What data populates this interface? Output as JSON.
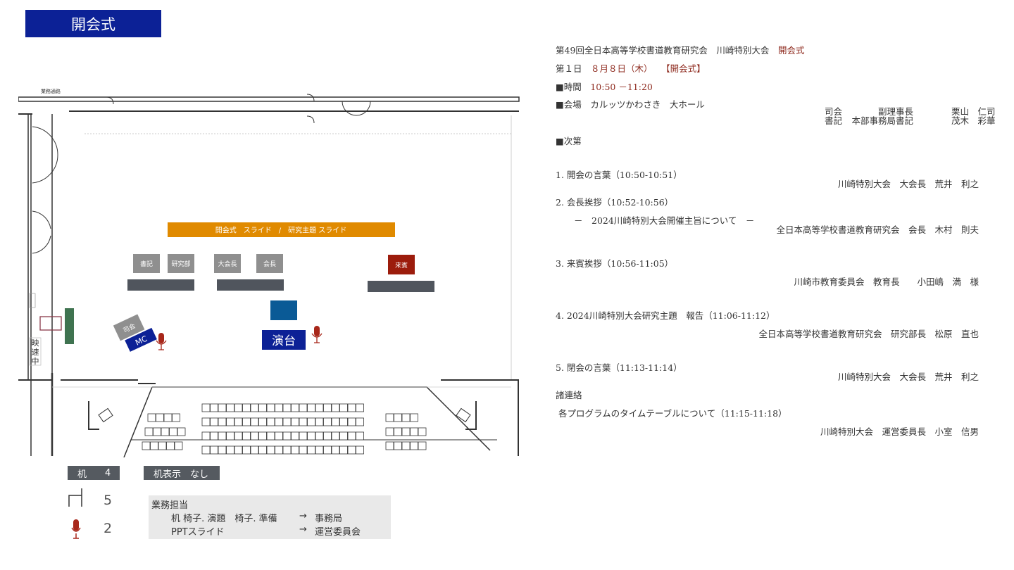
{
  "banner": {
    "title": "開会式"
  },
  "floor_plan": {
    "corridor_label": "業務通路",
    "screen_label": "開会式　スライド　/　研究主題 スライド",
    "seat_labels": [
      "書記",
      "研究部",
      "大会長",
      "会長"
    ],
    "guest_label": "来賓",
    "mc_label": "司会",
    "mc_sign": "MC",
    "podium_label": "演台",
    "side_label_chars": [
      "映",
      "速",
      "中"
    ],
    "colors": {
      "screen": "#e08a00",
      "seat": "#8f8f8f",
      "guest": "#9c1c0c",
      "table": "#50555d",
      "podium": "#0c2196",
      "blue_box": "#0a5a96",
      "mic": "#a8271a",
      "green_board": "#3f7350"
    }
  },
  "legend": {
    "desk_label": "机",
    "desk_count": "4",
    "desk_display": "机表示　なし",
    "chair_count": "5",
    "mic_count": "2"
  },
  "duty": {
    "title": "業務担当",
    "rows": [
      {
        "task": "机  椅子. 演題　椅子.  準備",
        "arrow": "→",
        "owner": "事務局"
      },
      {
        "task": "PPTスライド",
        "arrow": "→",
        "owner": "運営委員会"
      }
    ]
  },
  "doc": {
    "heading": "第49回全日本高等学校書道教育研究会　川崎特別大会",
    "heading_highlight": "開会式",
    "day": "第１日",
    "date": "８月８日（木）",
    "session": "【開会式】",
    "time_label": "■時間",
    "time_value": "10:50 －11:20",
    "venue_label": "■会場",
    "venue_value": "カルッツかわさき　大ホール",
    "staff": [
      {
        "role": "司会",
        "title": "副理事長",
        "name": "栗山　仁司"
      },
      {
        "role": "書記",
        "title": "本部事務局書記",
        "name": "茂木　彩華"
      }
    ],
    "program_label": "■次第",
    "items": [
      {
        "title": "1. 開会の言葉（10:50-10:51）",
        "speaker": "川崎特別大会　大会長　荒井　利之"
      },
      {
        "title": "2. 会長挨拶（10:52-10:56）",
        "subtitle": "－　2024川崎特別大会開催主旨について　－",
        "speaker": "全日本高等学校書道教育研究会　会長　木村　則夫"
      },
      {
        "title": "3. 来賓挨拶（10:56-11:05）",
        "speaker": "川崎市教育委員会　教育長　　小田嶋　満　様"
      },
      {
        "title": "4. 2024川崎特別大会研究主題　報告（11:06-11:12）",
        "speaker": "全日本高等学校書道教育研究会　研究部長　松原　直也"
      },
      {
        "title": "5. 閉会の言葉（11:13-11:14）",
        "speaker": "川崎特別大会　大会長　荒井　利之"
      }
    ],
    "notices_label": "諸連絡",
    "notice": {
      "title": "各プログラムのタイムテーブルについて（11:15-11:18）",
      "speaker": "川崎特別大会　運営委員長　小室　信男"
    }
  }
}
